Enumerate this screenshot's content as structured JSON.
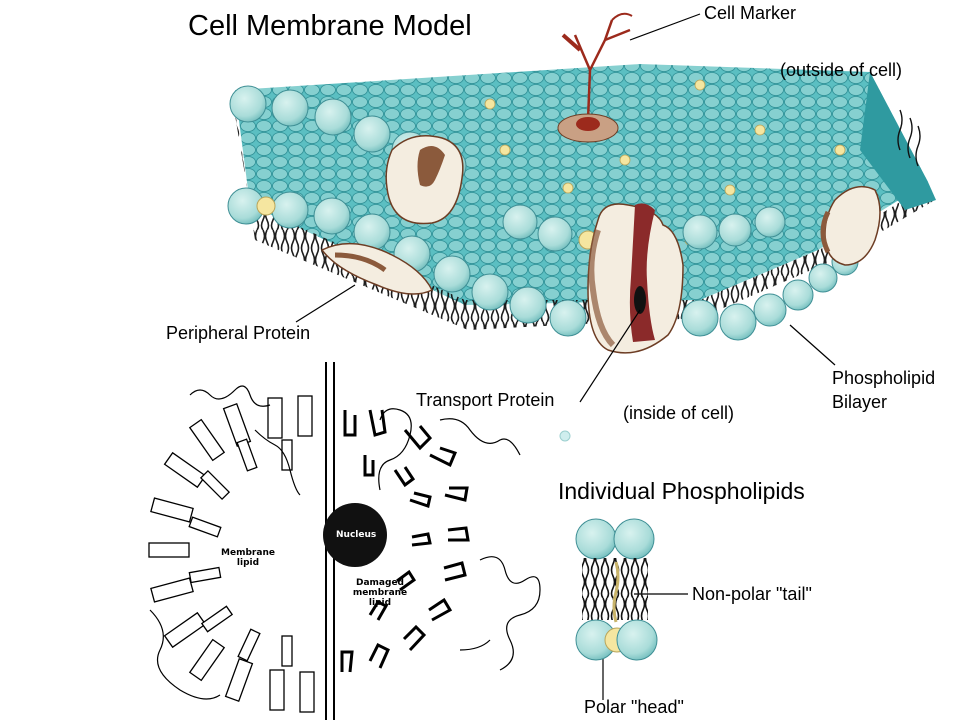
{
  "title": "Cell Membrane Model",
  "labels": {
    "cell_marker": "Cell Marker",
    "outside": "(outside of cell)",
    "inside": "(inside of cell)",
    "peripheral": "Peripheral Protein",
    "transport": "Transport Protein",
    "bilayer_1": "Phospholipid",
    "bilayer_2": "Bilayer",
    "individual_title": "Individual Phospholipids",
    "tail": "Non-polar \"tail\"",
    "head": "Polar \"head\""
  },
  "cell_diagram": {
    "nucleus": "Nucleus",
    "membrane_lipid_1": "Membrane",
    "membrane_lipid_2": "lipid",
    "damaged_1": "Damaged",
    "damaged_2": "membrane",
    "damaged_3": "lipid"
  },
  "colors": {
    "head": "#a9dcd9",
    "head_dark": "#2f9aa0",
    "top_surface": "#4fb9be",
    "protein": "#f4ede0",
    "protein_dark": "#8b5a3c",
    "marker": "#9c2a1c",
    "cholesterol": "#f5e6a0"
  }
}
